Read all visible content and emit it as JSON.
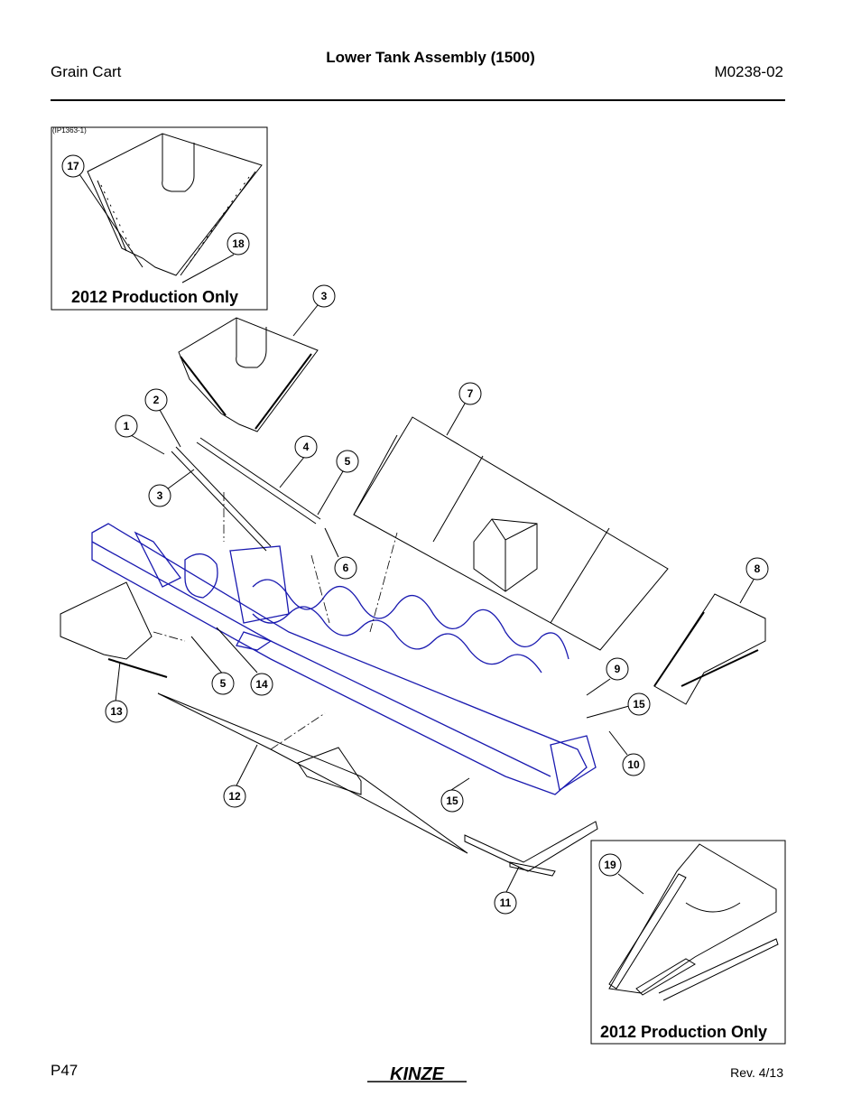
{
  "header": {
    "left": "Grain Cart",
    "title": "Lower Tank Assembly (1500)",
    "right": "M0238-02"
  },
  "footer": {
    "page": "P47",
    "logo_text": "KINZE",
    "revision": "Rev. 4/13"
  },
  "inset_top": {
    "id": "(IP1363-1)",
    "label": "2012 Production Only"
  },
  "inset_bottom": {
    "label": "2012 Production Only"
  },
  "callouts": [
    "17",
    "18",
    "3",
    "2",
    "1",
    "3",
    "4",
    "5",
    "6",
    "7",
    "8",
    "9",
    "15",
    "10",
    "15",
    "5",
    "14",
    "13",
    "12",
    "11",
    "19"
  ],
  "colors": {
    "frame": "#1a1ab0",
    "ink": "#000000"
  }
}
